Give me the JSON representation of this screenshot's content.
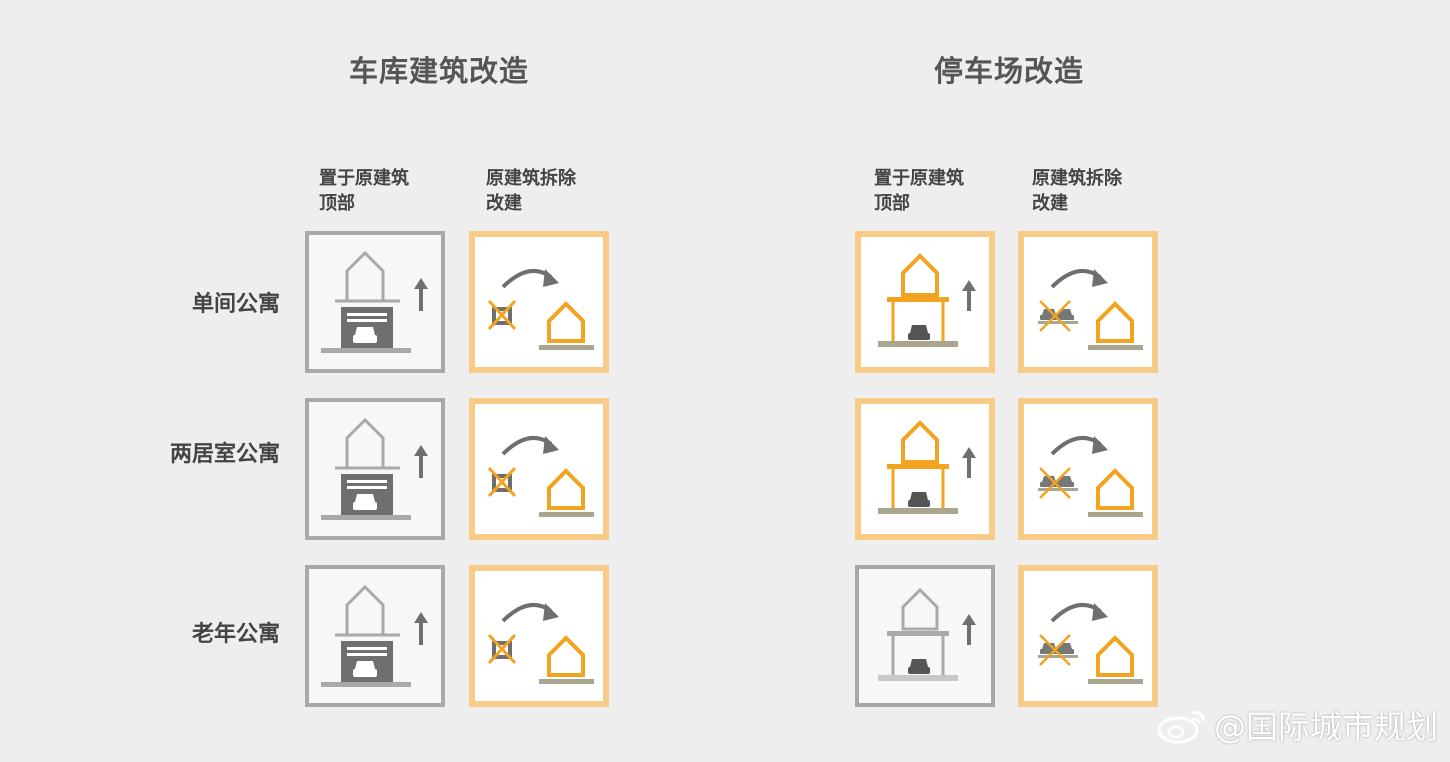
{
  "sections": [
    {
      "title": "车库建筑改造"
    },
    {
      "title": "停车场改造"
    }
  ],
  "column_headers": [
    "置于原建筑\n顶部",
    "原建筑拆除\n改建"
  ],
  "rows": [
    "单间公寓",
    "两居室公寓",
    "老年公寓"
  ],
  "watermark": "@国际城市规划",
  "colors": {
    "orange": "#f2a320",
    "orange_frame": "#f8cb86",
    "gray": "#a9a9a9",
    "dark_gray": "#6f6f6f"
  }
}
